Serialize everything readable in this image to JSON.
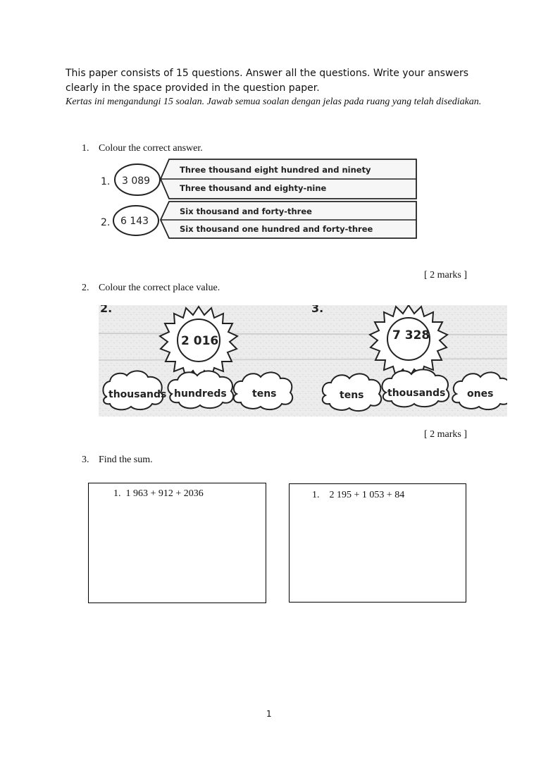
{
  "intro": {
    "line1": "This paper consists of 15 questions. Answer all the questions.  Write your answers",
    "line2": "clearly in the space provided in the question paper.",
    "malay": "Kertas ini mengandungi 15 soalan. Jawab semua soalan dengan jelas pada ruang yang telah disediakan."
  },
  "q1": {
    "number": "1.",
    "text": "Colour the correct answer.",
    "items": [
      {
        "label": "1.",
        "value": "3 089",
        "options": [
          "Three thousand eight hundred and ninety",
          "Three thousand and eighty-nine"
        ]
      },
      {
        "label": "2.",
        "value": "6 143",
        "options": [
          "Six thousand and forty-three",
          "Six thousand one hundred and forty-three"
        ]
      }
    ],
    "marks": "[ 2 marks ]"
  },
  "q2": {
    "number": "2.",
    "text": "Colour the correct place value.",
    "items": [
      {
        "label": "2.",
        "value": "2 016",
        "clouds": [
          "thousands",
          "hundreds",
          "tens"
        ]
      },
      {
        "label": "3.",
        "value": "7 328",
        "clouds": [
          "tens",
          "thousands",
          "ones"
        ]
      }
    ],
    "marks": "[ 2 marks ]"
  },
  "q3": {
    "number": "3.",
    "text": "Find the sum.",
    "boxes": [
      {
        "label": "1.",
        "expr": "1 963 + 912 + 2036"
      },
      {
        "label": "1.",
        "expr": "2 195 + 1 053 + 84"
      }
    ]
  },
  "page_number": "1"
}
